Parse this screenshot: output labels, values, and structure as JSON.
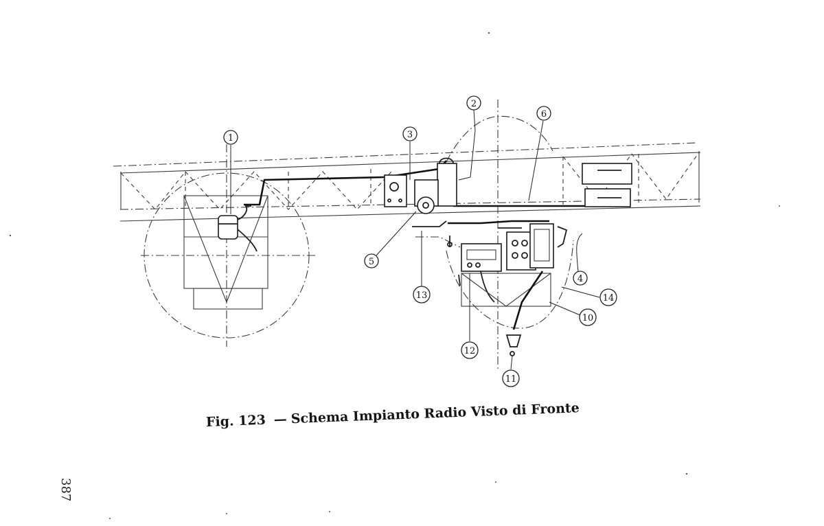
{
  "caption": {
    "figure": "Fig. 123",
    "separator": "—",
    "title": "Schema Impianto Radio Visto di Fronte"
  },
  "page_number": "387",
  "callouts": [
    "1",
    "2",
    "3",
    "4",
    "5",
    "6",
    "10",
    "11",
    "12",
    "13",
    "14"
  ]
}
